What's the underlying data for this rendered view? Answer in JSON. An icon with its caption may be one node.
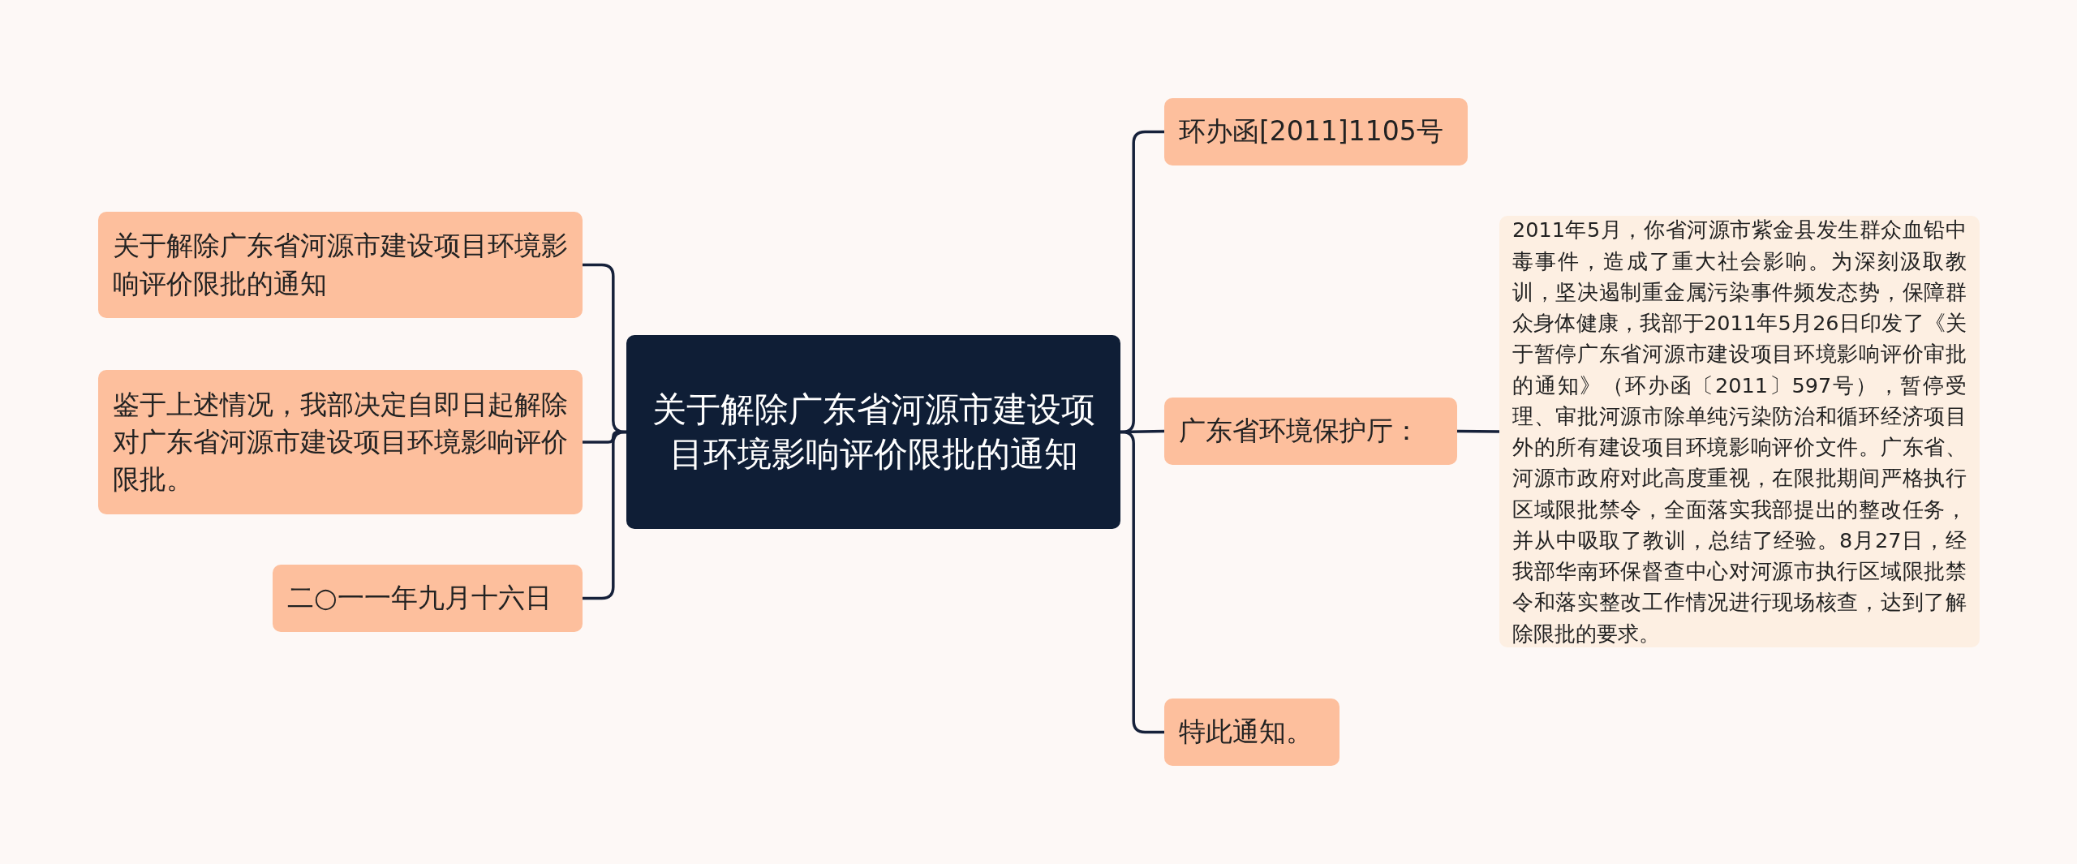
{
  "diagram": {
    "nodes": [
      {
        "text": [
          "关于解除广东省河源市建设项目环境影响评价限批的通知"
        ]
      },
      {
        "text": [
          "关于解除广东省河源市建设项目环境影响评价限批的通知"
        ]
      },
      {
        "text": [
          "鉴于上述情况，我部决定自即日起解除对广东省河源市建设项目环境影响评价限批。"
        ]
      },
      {
        "text": [
          "二○一一年九月十六日"
        ]
      },
      {
        "text": [
          "环办函[2011]1105号"
        ]
      },
      {
        "text": [
          "广东省环境保护厅："
        ]
      },
      {
        "text": [
          "2011年5月，你省河源市紫金县发生群众血铅中毒事件，造成了重大社会影响。为深刻汲取教训，坚决遏制重金属污染事件频发态势，保障群众身体健康，我部于2011年5月26日印发了《关于暂停广东省河源市建设项目环境影响评价审批的通知》（环办函〔2011〕597号），暂停受理、审批河源市除单纯污染防治和循环经济项目外的所有建设项目环境影响评价文件。广东省、河源市政府对此高度重视，在限批期间严格执行区域限批禁令，全面落实我部提出的整改任务，并从中吸取了教训，总结了经验。8月27日，经我部华南环保督查中心对河源市执行区域限批禁令和落实整改工作情况进行现场核查，达到了解除限批的要求。"
        ]
      },
      {
        "text": [
          "特此通知。"
        ]
      }
    ],
    "edges": [
      {
        "from": 0,
        "to": 1,
        "arrow": "none"
      },
      {
        "from": 0,
        "to": 2,
        "arrow": "none"
      },
      {
        "from": 0,
        "to": 3,
        "arrow": "none"
      },
      {
        "from": 0,
        "to": 4,
        "arrow": "none"
      },
      {
        "from": 0,
        "to": 5,
        "arrow": "none"
      },
      {
        "from": 0,
        "to": 7,
        "arrow": "none"
      },
      {
        "from": 5,
        "to": 6,
        "arrow": "none"
      }
    ]
  }
}
